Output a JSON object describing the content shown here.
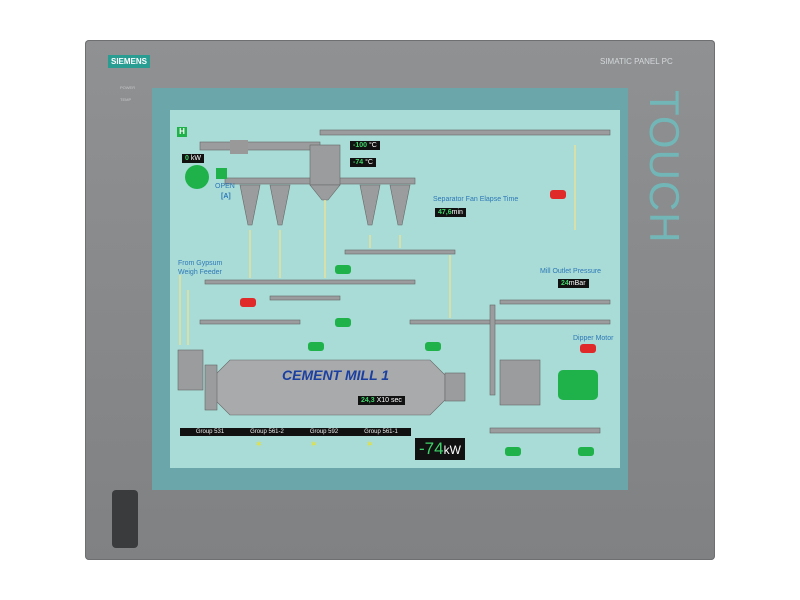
{
  "device": {
    "brand": "SIEMENS",
    "model": "SIMATIC PANEL PC",
    "touch_label": "TOUCH",
    "led_power": "POWER",
    "led_temp": "TEMP"
  },
  "hmi": {
    "mode_badge": "H",
    "fan_power": "0",
    "fan_power_unit": "kW",
    "damper_state": "OPEN",
    "damper_mode": "[A]",
    "temp1": "-100",
    "temp2": "-74",
    "temp_unit": "°C",
    "separator_label": "Separator Fan Elapse Time",
    "separator_value": "47,6",
    "separator_unit": "min",
    "gypsum_label_1": "From Gypsum",
    "gypsum_label_2": "Weigh Feeder",
    "mill_outlet_label": "Mill Outlet Pressure",
    "mill_outlet_value": "24",
    "mill_outlet_unit": "mBar",
    "dipper_label": "Dipper Motor",
    "mill_title": "CEMENT MILL 1",
    "mill_value": "24,3",
    "mill_unit": "X10 sec",
    "groups": [
      "Group 531",
      "Group 561-2",
      "Group 592",
      "Group 561-1"
    ],
    "main_power": "-74",
    "main_power_unit": "kW"
  },
  "colors": {
    "screen": "#a9dcd6",
    "running": "#1fb14a",
    "stopped": "#e02a2a",
    "label": "#2e78b8"
  }
}
